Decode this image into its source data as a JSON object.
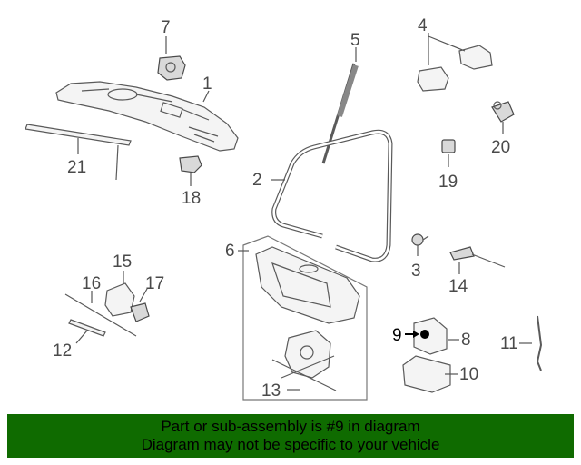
{
  "diagram": {
    "callouts": {
      "c1": "1",
      "c2": "2",
      "c3": "3",
      "c4": "4",
      "c5": "5",
      "c6": "6",
      "c7": "7",
      "c8": "8",
      "c9": "9",
      "c10": "10",
      "c11": "11",
      "c12": "12",
      "c13": "13",
      "c14": "14",
      "c15": "15",
      "c16": "16",
      "c17": "17",
      "c18": "18",
      "c19": "19",
      "c20": "20",
      "c21": "21"
    },
    "highlight_color": "#000000"
  },
  "footer": {
    "line1": "Part or sub-assembly is #9 in diagram",
    "line2": "Diagram may not be specific to your vehicle",
    "background": "#0f6b00"
  }
}
